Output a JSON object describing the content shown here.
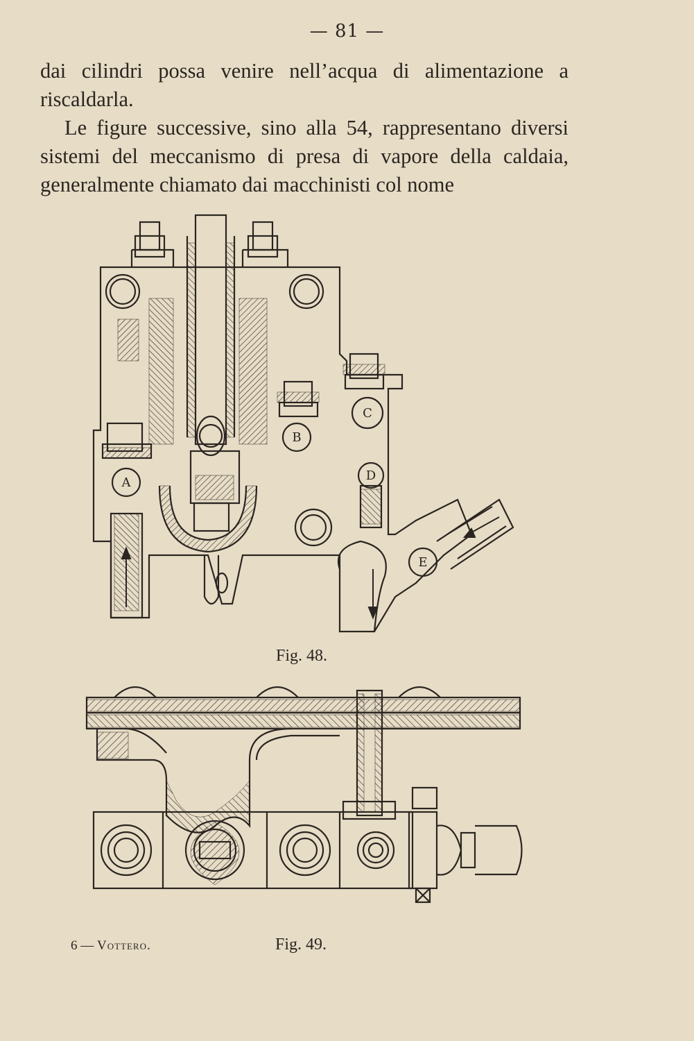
{
  "page": {
    "number": "— 81 —",
    "paragraphs": [
      "dai cilindri possa venire nell’acqua di alimentazione a riscaldarla.",
      "Le figure successive, sino alla 54, rappresentano diversi sistemi del meccanismo di presa di vapore della caldaia, generalmente chiamato dai macchinisti col nome"
    ]
  },
  "figures": {
    "fig48": {
      "caption": "Fig. 48.",
      "labels": [
        "A",
        "B",
        "C",
        "D",
        "E"
      ]
    },
    "fig49": {
      "caption": "Fig. 49."
    }
  },
  "footer": {
    "signature_prefix": "6 —",
    "signature_name": "Vottero."
  }
}
